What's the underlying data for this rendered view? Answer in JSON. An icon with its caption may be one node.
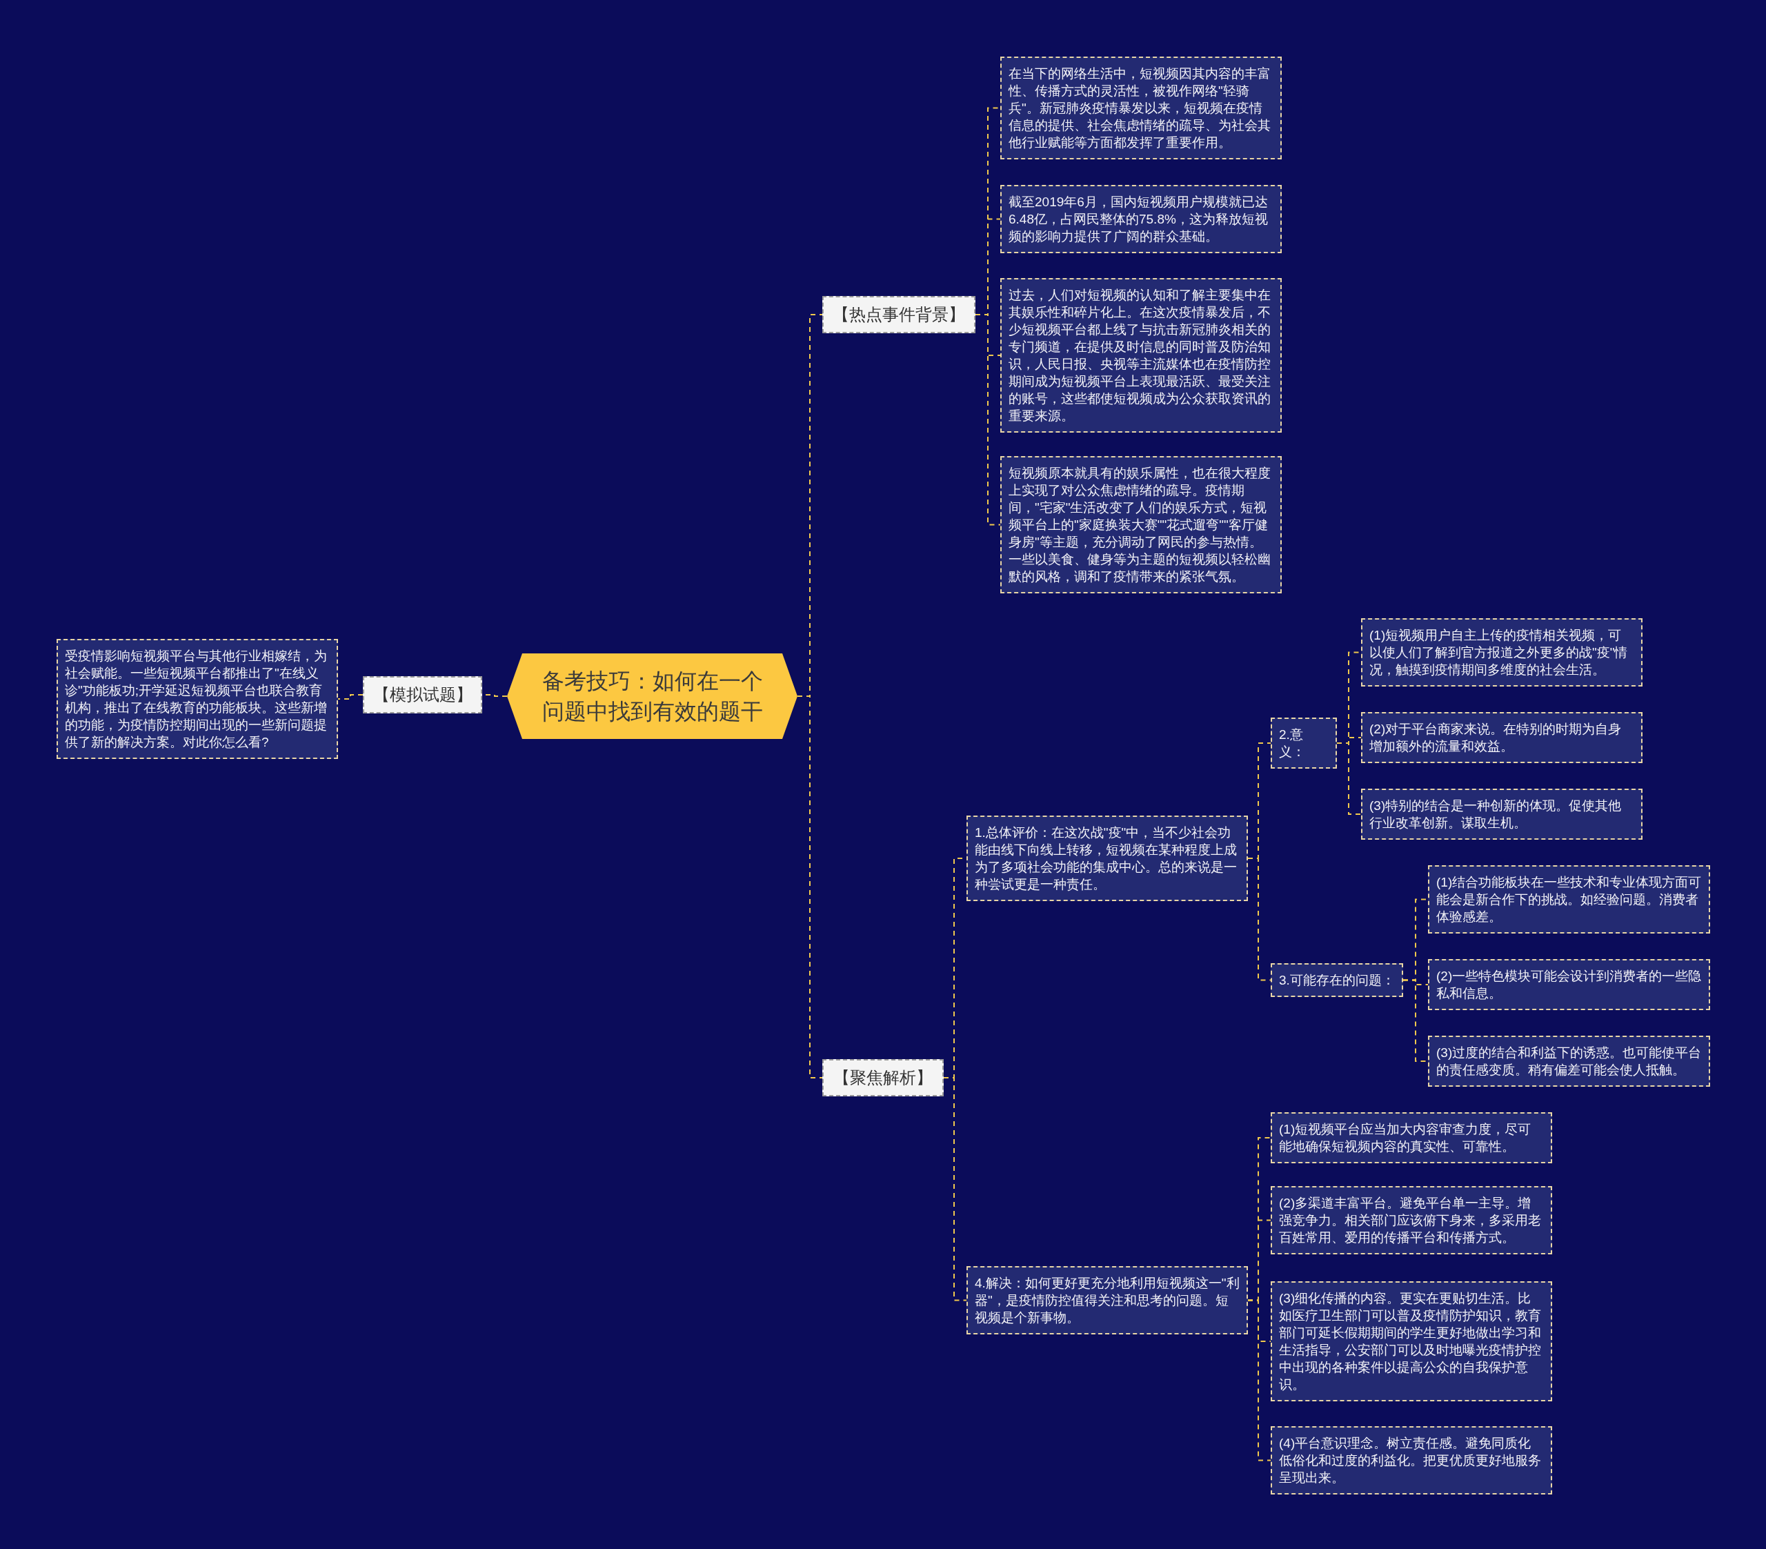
{
  "diagram": {
    "nodes": [
      {
        "text": [
          "备考技巧：如何在一个问题中找到有效的题干"
        ]
      },
      {
        "text": [
          "【热点事件背景】"
        ]
      },
      {
        "text": [
          "在当下的网络生活中，短视频因其内容的丰富性、传播方式的灵活性，被视作网络\"轻骑兵\"。新冠肺炎疫情暴发以来，短视频在疫情信息的提供、社会焦虑情绪的疏导、为社会其他行业赋能等方面都发挥了重要作用。"
        ]
      },
      {
        "text": [
          "截至2019年6月，国内短视频用户规模就已达6.48亿，占网民整体的75.8%，这为释放短视频的影响力提供了广阔的群众基础。"
        ]
      },
      {
        "text": [
          "过去，人们对短视频的认知和了解主要集中在其娱乐性和碎片化上。在这次疫情暴发后，不少短视频平台都上线了与抗击新冠肺炎相关的专门频道，在提供及时信息的同时普及防治知识，人民日报、央视等主流媒体也在疫情防控期间成为短视频平台上表现最活跃、最受关注的账号，这些都使短视频成为公众获取资讯的重要来源。"
        ]
      },
      {
        "text": [
          "短视频原本就具有的娱乐属性，也在很大程度上实现了对公众焦虑情绪的疏导。疫情期间，\"宅家\"生活改变了人们的娱乐方式，短视频平台上的\"家庭换装大赛\"\"花式遛弯\"\"客厅健身房\"等主题，充分调动了网民的参与热情。一些以美食、健身等为主题的短视频以轻松幽默的风格，调和了疫情带来的紧张气氛。"
        ]
      },
      {
        "text": [
          "【聚焦解析】"
        ]
      },
      {
        "text": [
          "1.总体评价：在这次战\"疫\"中，当不少社会功能由线下向线上转移，短视频在某种程度上成为了多项社会功能的集成中心。总的来说是一种尝试更是一种责任。"
        ]
      },
      {
        "text": [
          "2.意义："
        ]
      },
      {
        "text": [
          "(1)短视频用户自主上传的疫情相关视频，可以使人们了解到官方报道之外更多的战\"疫\"情况，触摸到疫情期间多维度的社会生活。"
        ]
      },
      {
        "text": [
          "(2)对于平台商家来说。在特别的时期为自身增加额外的流量和效益。"
        ]
      },
      {
        "text": [
          "(3)特别的结合是一种创新的体现。促使其他行业改革创新。谋取生机。"
        ]
      },
      {
        "text": [
          "3.可能存在的问题："
        ]
      },
      {
        "text": [
          "(1)结合功能板块在一些技术和专业体现方面可能会是新合作下的挑战。如经验问题。消费者体验感差。"
        ]
      },
      {
        "text": [
          "(2)一些特色模块可能会设计到消费者的一些隐私和信息。"
        ]
      },
      {
        "text": [
          "(3)过度的结合和利益下的诱惑。也可能使平台的责任感变质。稍有偏差可能会使人抵触。"
        ]
      },
      {
        "text": [
          "4.解决：如何更好更充分地利用短视频这一\"利器\"，是疫情防控值得关注和思考的问题。短视频是个新事物。"
        ]
      },
      {
        "text": [
          "(1)短视频平台应当加大内容审查力度，尽可能地确保短视频内容的真实性、可靠性。"
        ]
      },
      {
        "text": [
          "(2)多渠道丰富平台。避免平台单一主导。增强竞争力。相关部门应该俯下身来，多采用老百姓常用、爱用的传播平台和传播方式。"
        ]
      },
      {
        "text": [
          "(3)细化传播的内容。更实在更贴切生活。比如医疗卫生部门可以普及疫情防护知识，教育部门可延长假期期间的学生更好地做出学习和生活指导，公安部门可以及时地曝光疫情护控中出现的各种案件以提高公众的自我保护意识。"
        ]
      },
      {
        "text": [
          "(4)平台意识理念。树立责任感。避免同质化低俗化和过度的利益化。把更优质更好地服务呈现出来。"
        ]
      },
      {
        "text": [
          "【模拟试题】"
        ]
      },
      {
        "text": [
          "受疫情影响短视频平台与其他行业相嫁结，为社会赋能。一些短视频平台都推出了\"在线义诊\"功能板功;开学延迟短视频平台也联合教育机构，推出了在线教育的功能板块。这些新增的功能，为疫情防控期间出现的一些新问题提供了新的解决方案。对此你怎么看?"
        ]
      }
    ],
    "edges": [
      {
        "from": 0,
        "to": 1,
        "arrow": "none"
      },
      {
        "from": 1,
        "to": 2,
        "arrow": "none"
      },
      {
        "from": 1,
        "to": 3,
        "arrow": "none"
      },
      {
        "from": 1,
        "to": 4,
        "arrow": "none"
      },
      {
        "from": 1,
        "to": 5,
        "arrow": "none"
      },
      {
        "from": 0,
        "to": 6,
        "arrow": "none"
      },
      {
        "from": 6,
        "to": 7,
        "arrow": "none"
      },
      {
        "from": 7,
        "to": 8,
        "arrow": "none"
      },
      {
        "from": 8,
        "to": 9,
        "arrow": "none"
      },
      {
        "from": 8,
        "to": 10,
        "arrow": "none"
      },
      {
        "from": 8,
        "to": 11,
        "arrow": "none"
      },
      {
        "from": 7,
        "to": 12,
        "arrow": "none"
      },
      {
        "from": 12,
        "to": 13,
        "arrow": "none"
      },
      {
        "from": 12,
        "to": 14,
        "arrow": "none"
      },
      {
        "from": 12,
        "to": 15,
        "arrow": "none"
      },
      {
        "from": 6,
        "to": 16,
        "arrow": "none"
      },
      {
        "from": 16,
        "to": 17,
        "arrow": "none"
      },
      {
        "from": 16,
        "to": 18,
        "arrow": "none"
      },
      {
        "from": 16,
        "to": 19,
        "arrow": "none"
      },
      {
        "from": 16,
        "to": 20,
        "arrow": "none"
      },
      {
        "from": 0,
        "to": 21,
        "arrow": "none"
      },
      {
        "from": 21,
        "to": 22,
        "arrow": "none"
      }
    ]
  }
}
